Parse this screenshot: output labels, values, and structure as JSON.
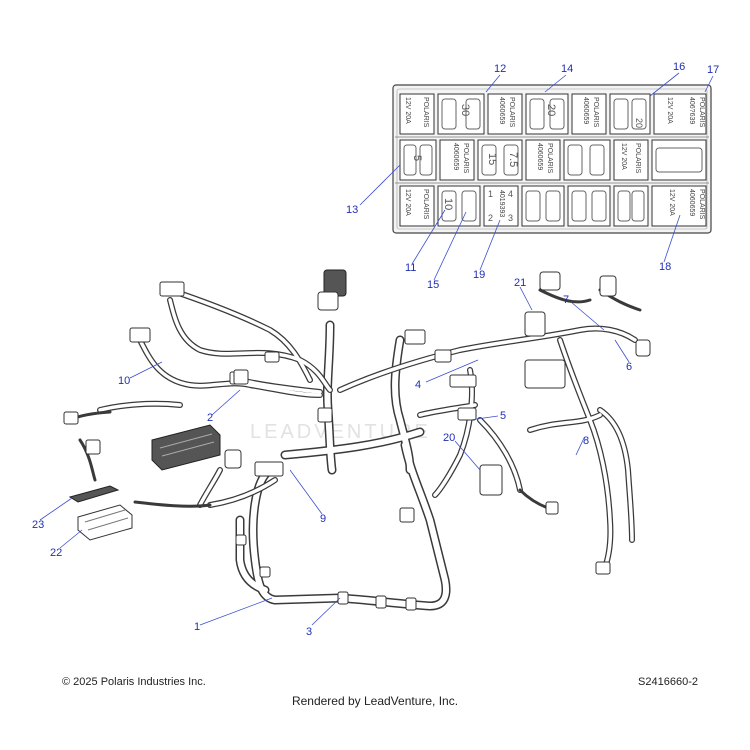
{
  "watermark": "LEADVENTURE",
  "fuse_box": {
    "brand": "POLARIS",
    "part_numbers": [
      "4060659",
      "4019393",
      "406?639"
    ],
    "rating": "12V 20A",
    "numbers": [
      "30",
      "20",
      "15",
      "10",
      "5",
      "7.5",
      "1",
      "2",
      "3",
      "4",
      "20"
    ]
  },
  "callouts": [
    "1",
    "2",
    "3",
    "4",
    "5",
    "6",
    "7",
    "8",
    "9",
    "10",
    "11",
    "12",
    "13",
    "14",
    "15",
    "16",
    "17",
    "18",
    "19",
    "20",
    "21",
    "22",
    "23"
  ],
  "footer": {
    "copyright": "© 2025 Polaris Industries Inc.",
    "diagram_code": "S2416660-2",
    "rendered_by": "Rendered by LeadVenture, Inc."
  }
}
